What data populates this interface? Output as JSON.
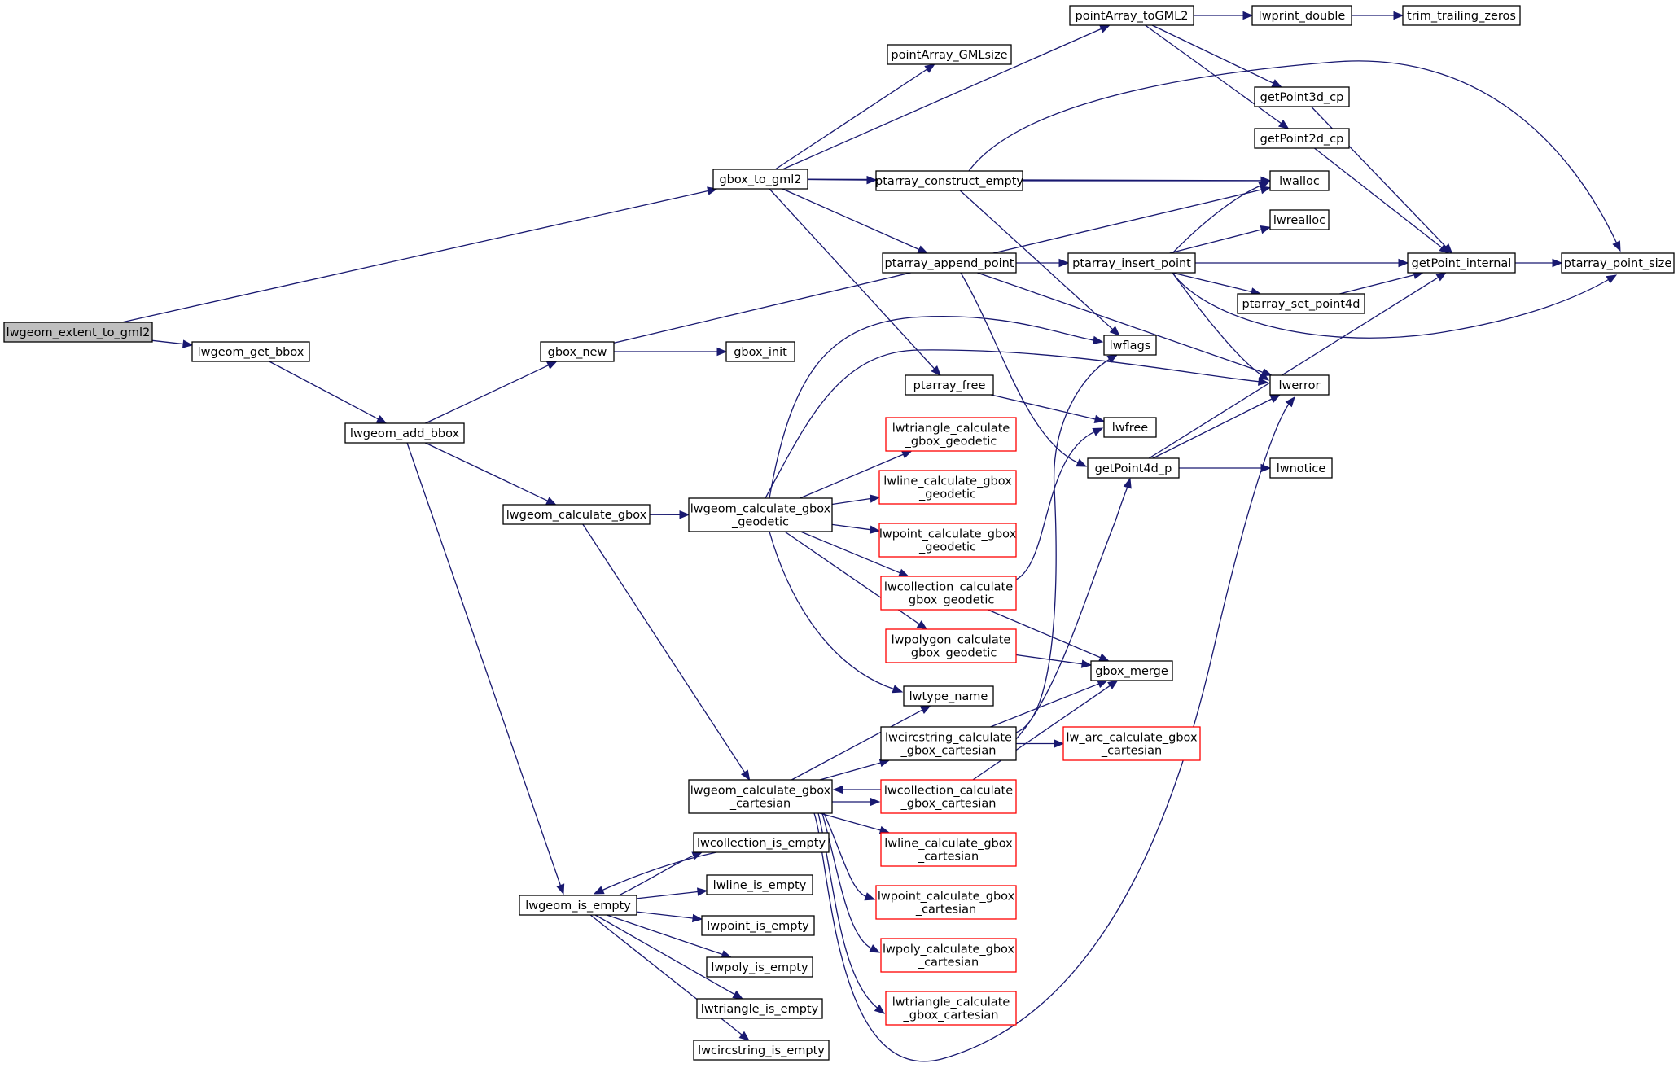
{
  "diagram": {
    "type": "call-graph",
    "colors": {
      "edge": "#191970",
      "normal_border": "#000000",
      "highlight_border": "#ff0000",
      "root_fill": "#bfbfbf"
    },
    "nodes": [
      {
        "id": "lwgeom_extent_to_gml2",
        "lines": [
          "lwgeom_extent_to_gml2"
        ],
        "kind": "root"
      },
      {
        "id": "lwgeom_get_bbox",
        "lines": [
          "lwgeom_get_bbox"
        ],
        "kind": "normal"
      },
      {
        "id": "lwgeom_add_bbox",
        "lines": [
          "lwgeom_add_bbox"
        ],
        "kind": "normal"
      },
      {
        "id": "gbox_new",
        "lines": [
          "gbox_new"
        ],
        "kind": "normal"
      },
      {
        "id": "gbox_init",
        "lines": [
          "gbox_init"
        ],
        "kind": "normal"
      },
      {
        "id": "gbox_to_gml2",
        "lines": [
          "gbox_to_gml2"
        ],
        "kind": "normal"
      },
      {
        "id": "pointArray_GMLsize",
        "lines": [
          "pointArray_GMLsize"
        ],
        "kind": "normal"
      },
      {
        "id": "pointArray_toGML2",
        "lines": [
          "pointArray_toGML2"
        ],
        "kind": "normal"
      },
      {
        "id": "lwprint_double",
        "lines": [
          "lwprint_double"
        ],
        "kind": "normal"
      },
      {
        "id": "trim_trailing_zeros",
        "lines": [
          "trim_trailing_zeros"
        ],
        "kind": "normal"
      },
      {
        "id": "getPoint3d_cp",
        "lines": [
          "getPoint3d_cp"
        ],
        "kind": "normal"
      },
      {
        "id": "getPoint2d_cp",
        "lines": [
          "getPoint2d_cp"
        ],
        "kind": "normal"
      },
      {
        "id": "lwalloc",
        "lines": [
          "lwalloc"
        ],
        "kind": "normal"
      },
      {
        "id": "ptarray_construct_empty",
        "lines": [
          "ptarray_construct_empty"
        ],
        "kind": "normal"
      },
      {
        "id": "lwrealloc",
        "lines": [
          "lwrealloc"
        ],
        "kind": "normal"
      },
      {
        "id": "ptarray_append_point",
        "lines": [
          "ptarray_append_point"
        ],
        "kind": "normal"
      },
      {
        "id": "ptarray_insert_point",
        "lines": [
          "ptarray_insert_point"
        ],
        "kind": "normal"
      },
      {
        "id": "getPoint_internal",
        "lines": [
          "getPoint_internal"
        ],
        "kind": "normal"
      },
      {
        "id": "ptarray_point_size",
        "lines": [
          "ptarray_point_size"
        ],
        "kind": "normal"
      },
      {
        "id": "ptarray_set_point4d",
        "lines": [
          "ptarray_set_point4d"
        ],
        "kind": "normal"
      },
      {
        "id": "lwflags",
        "lines": [
          "lwflags"
        ],
        "kind": "normal"
      },
      {
        "id": "lwerror",
        "lines": [
          "lwerror"
        ],
        "kind": "normal"
      },
      {
        "id": "ptarray_free",
        "lines": [
          "ptarray_free"
        ],
        "kind": "normal"
      },
      {
        "id": "lwfree",
        "lines": [
          "lwfree"
        ],
        "kind": "normal"
      },
      {
        "id": "getPoint4d_p",
        "lines": [
          "getPoint4d_p"
        ],
        "kind": "normal"
      },
      {
        "id": "lwnotice",
        "lines": [
          "lwnotice"
        ],
        "kind": "normal"
      },
      {
        "id": "lwtriangle_calculate_gbox_geodetic",
        "lines": [
          "lwtriangle_calculate",
          "_gbox_geodetic"
        ],
        "kind": "red"
      },
      {
        "id": "lwline_calculate_gbox_geodetic",
        "lines": [
          "lwline_calculate_gbox",
          "_geodetic"
        ],
        "kind": "red"
      },
      {
        "id": "lwpoint_calculate_gbox_geodetic",
        "lines": [
          "lwpoint_calculate_gbox",
          "_geodetic"
        ],
        "kind": "red"
      },
      {
        "id": "lwcollection_calculate_gbox_geodetic",
        "lines": [
          "lwcollection_calculate",
          "_gbox_geodetic"
        ],
        "kind": "red"
      },
      {
        "id": "lwpolygon_calculate_gbox_geodetic",
        "lines": [
          "lwpolygon_calculate",
          "_gbox_geodetic"
        ],
        "kind": "red"
      },
      {
        "id": "lwgeom_calculate_gbox",
        "lines": [
          "lwgeom_calculate_gbox"
        ],
        "kind": "normal"
      },
      {
        "id": "lwgeom_calculate_gbox_geodetic",
        "lines": [
          "lwgeom_calculate_gbox",
          "_geodetic"
        ],
        "kind": "normal"
      },
      {
        "id": "gbox_merge",
        "lines": [
          "gbox_merge"
        ],
        "kind": "normal"
      },
      {
        "id": "lwtype_name",
        "lines": [
          "lwtype_name"
        ],
        "kind": "normal"
      },
      {
        "id": "lwcircstring_calculate_gbox_cartesian",
        "lines": [
          "lwcircstring_calculate",
          "_gbox_cartesian"
        ],
        "kind": "normal"
      },
      {
        "id": "lw_arc_calculate_gbox_cartesian",
        "lines": [
          "lw_arc_calculate_gbox",
          "_cartesian"
        ],
        "kind": "red"
      },
      {
        "id": "lwgeom_calculate_gbox_cartesian",
        "lines": [
          "lwgeom_calculate_gbox",
          "_cartesian"
        ],
        "kind": "normal"
      },
      {
        "id": "lwcollection_calculate_gbox_cartesian",
        "lines": [
          "lwcollection_calculate",
          "_gbox_cartesian"
        ],
        "kind": "red"
      },
      {
        "id": "lwline_calculate_gbox_cartesian",
        "lines": [
          "lwline_calculate_gbox",
          "_cartesian"
        ],
        "kind": "red"
      },
      {
        "id": "lwpoint_calculate_gbox_cartesian",
        "lines": [
          "lwpoint_calculate_gbox",
          "_cartesian"
        ],
        "kind": "red"
      },
      {
        "id": "lwpoly_calculate_gbox_cartesian",
        "lines": [
          "lwpoly_calculate_gbox",
          "_cartesian"
        ],
        "kind": "red"
      },
      {
        "id": "lwtriangle_calculate_gbox_cartesian",
        "lines": [
          "lwtriangle_calculate",
          "_gbox_cartesian"
        ],
        "kind": "red"
      },
      {
        "id": "lwcollection_is_empty",
        "lines": [
          "lwcollection_is_empty"
        ],
        "kind": "normal"
      },
      {
        "id": "lwgeom_is_empty",
        "lines": [
          "lwgeom_is_empty"
        ],
        "kind": "normal"
      },
      {
        "id": "lwline_is_empty",
        "lines": [
          "lwline_is_empty"
        ],
        "kind": "normal"
      },
      {
        "id": "lwpoint_is_empty",
        "lines": [
          "lwpoint_is_empty"
        ],
        "kind": "normal"
      },
      {
        "id": "lwpoly_is_empty",
        "lines": [
          "lwpoly_is_empty"
        ],
        "kind": "normal"
      },
      {
        "id": "lwtriangle_is_empty",
        "lines": [
          "lwtriangle_is_empty"
        ],
        "kind": "normal"
      },
      {
        "id": "lwcircstring_is_empty",
        "lines": [
          "lwcircstring_is_empty"
        ],
        "kind": "normal"
      }
    ],
    "edges": [
      [
        "lwgeom_extent_to_gml2",
        "gbox_to_gml2"
      ],
      [
        "lwgeom_extent_to_gml2",
        "lwgeom_get_bbox"
      ],
      [
        "lwgeom_get_bbox",
        "lwgeom_add_bbox"
      ],
      [
        "lwgeom_add_bbox",
        "gbox_new"
      ],
      [
        "lwgeom_add_bbox",
        "lwgeom_calculate_gbox"
      ],
      [
        "lwgeom_add_bbox",
        "lwgeom_is_empty"
      ],
      [
        "gbox_new",
        "lwalloc"
      ],
      [
        "gbox_new",
        "gbox_init"
      ],
      [
        "gbox_to_gml2",
        "pointArray_GMLsize"
      ],
      [
        "gbox_to_gml2",
        "pointArray_toGML2"
      ],
      [
        "gbox_to_gml2",
        "lwalloc"
      ],
      [
        "gbox_to_gml2",
        "ptarray_construct_empty"
      ],
      [
        "gbox_to_gml2",
        "ptarray_append_point"
      ],
      [
        "gbox_to_gml2",
        "ptarray_free"
      ],
      [
        "pointArray_toGML2",
        "lwprint_double"
      ],
      [
        "pointArray_toGML2",
        "getPoint3d_cp"
      ],
      [
        "pointArray_toGML2",
        "getPoint2d_cp"
      ],
      [
        "lwprint_double",
        "trim_trailing_zeros"
      ],
      [
        "getPoint3d_cp",
        "getPoint_internal"
      ],
      [
        "getPoint2d_cp",
        "getPoint_internal"
      ],
      [
        "ptarray_construct_empty",
        "ptarray_point_size"
      ],
      [
        "ptarray_construct_empty",
        "lwalloc"
      ],
      [
        "ptarray_construct_empty",
        "lwflags"
      ],
      [
        "ptarray_append_point",
        "ptarray_insert_point"
      ],
      [
        "ptarray_append_point",
        "lwerror"
      ],
      [
        "ptarray_append_point",
        "getPoint4d_p"
      ],
      [
        "ptarray_insert_point",
        "lwalloc"
      ],
      [
        "ptarray_insert_point",
        "lwrealloc"
      ],
      [
        "ptarray_insert_point",
        "getPoint_internal"
      ],
      [
        "ptarray_insert_point",
        "ptarray_set_point4d"
      ],
      [
        "ptarray_insert_point",
        "ptarray_point_size"
      ],
      [
        "ptarray_insert_point",
        "lwerror"
      ],
      [
        "ptarray_set_point4d",
        "getPoint_internal"
      ],
      [
        "getPoint_internal",
        "ptarray_point_size"
      ],
      [
        "ptarray_free",
        "lwfree"
      ],
      [
        "getPoint4d_p",
        "lwerror"
      ],
      [
        "getPoint4d_p",
        "getPoint_internal"
      ],
      [
        "getPoint4d_p",
        "lwnotice"
      ],
      [
        "lwgeom_calculate_gbox",
        "lwgeom_calculate_gbox_geodetic"
      ],
      [
        "lwgeom_calculate_gbox",
        "lwgeom_calculate_gbox_cartesian"
      ],
      [
        "lwgeom_calculate_gbox_geodetic",
        "lwflags"
      ],
      [
        "lwgeom_calculate_gbox_geodetic",
        "lwerror"
      ],
      [
        "lwgeom_calculate_gbox_geodetic",
        "lwtriangle_calculate_gbox_geodetic"
      ],
      [
        "lwgeom_calculate_gbox_geodetic",
        "lwline_calculate_gbox_geodetic"
      ],
      [
        "lwgeom_calculate_gbox_geodetic",
        "lwpoint_calculate_gbox_geodetic"
      ],
      [
        "lwgeom_calculate_gbox_geodetic",
        "lwcollection_calculate_gbox_geodetic"
      ],
      [
        "lwgeom_calculate_gbox_geodetic",
        "lwpolygon_calculate_gbox_geodetic"
      ],
      [
        "lwgeom_calculate_gbox_geodetic",
        "lwtype_name"
      ],
      [
        "lwcollection_calculate_gbox_geodetic",
        "lwfree"
      ],
      [
        "lwcollection_calculate_gbox_geodetic",
        "gbox_merge"
      ],
      [
        "lwpolygon_calculate_gbox_geodetic",
        "gbox_merge"
      ],
      [
        "lwgeom_calculate_gbox_cartesian",
        "lwtype_name"
      ],
      [
        "lwgeom_calculate_gbox_cartesian",
        "lwcircstring_calculate_gbox_cartesian"
      ],
      [
        "lwgeom_calculate_gbox_cartesian",
        "lwcollection_calculate_gbox_cartesian"
      ],
      [
        "lwgeom_calculate_gbox_cartesian",
        "lwline_calculate_gbox_cartesian"
      ],
      [
        "lwgeom_calculate_gbox_cartesian",
        "lwpoint_calculate_gbox_cartesian"
      ],
      [
        "lwgeom_calculate_gbox_cartesian",
        "lwpoly_calculate_gbox_cartesian"
      ],
      [
        "lwgeom_calculate_gbox_cartesian",
        "lwtriangle_calculate_gbox_cartesian"
      ],
      [
        "lwgeom_calculate_gbox_cartesian",
        "lwerror"
      ],
      [
        "lwcircstring_calculate_gbox_cartesian",
        "gbox_merge"
      ],
      [
        "lwcircstring_calculate_gbox_cartesian",
        "lw_arc_calculate_gbox_cartesian"
      ],
      [
        "lwcircstring_calculate_gbox_cartesian",
        "lwflags"
      ],
      [
        "lwcircstring_calculate_gbox_cartesian",
        "getPoint4d_p"
      ],
      [
        "lwcollection_calculate_gbox_cartesian",
        "lwgeom_calculate_gbox_cartesian"
      ],
      [
        "lwcollection_calculate_gbox_cartesian",
        "gbox_merge"
      ],
      [
        "lwgeom_is_empty",
        "lwcollection_is_empty"
      ],
      [
        "lwgeom_is_empty",
        "lwline_is_empty"
      ],
      [
        "lwgeom_is_empty",
        "lwpoint_is_empty"
      ],
      [
        "lwgeom_is_empty",
        "lwpoly_is_empty"
      ],
      [
        "lwgeom_is_empty",
        "lwtriangle_is_empty"
      ],
      [
        "lwgeom_is_empty",
        "lwcircstring_is_empty"
      ],
      [
        "lwcollection_is_empty",
        "lwgeom_is_empty"
      ]
    ]
  }
}
